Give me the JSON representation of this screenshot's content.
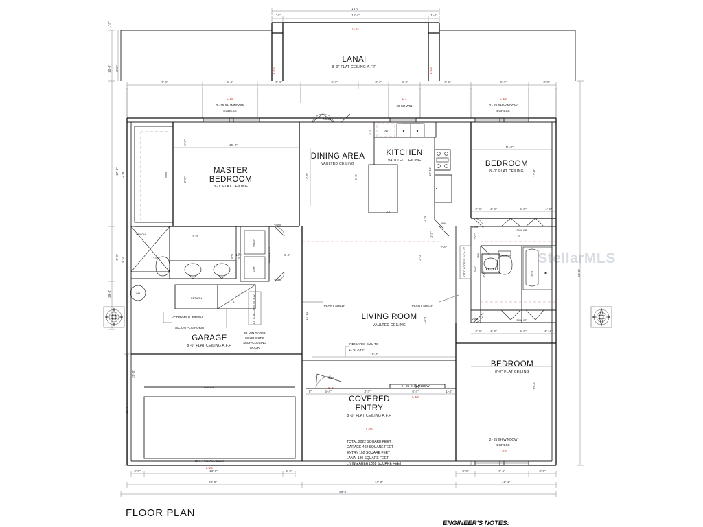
{
  "sheet": {
    "title": "FLOOR PLAN",
    "engineer_notes_heading": "ENGINEER'S NOTES:",
    "watermark": "StellarMLS"
  },
  "rooms": [
    {
      "name": "LANAI",
      "ceiling": "8'-0\" FLAT CEILING A.F.F."
    },
    {
      "name": "MASTER\nBEDROOM",
      "label_line1": "MASTER",
      "label_line2": "BEDROOM",
      "ceiling": "8'-0\" FLAT CEILING"
    },
    {
      "name": "DINING AREA",
      "ceiling": "VAULTED CEILING"
    },
    {
      "name": "KITCHEN",
      "ceiling": "VAULTED CEILING"
    },
    {
      "name": "BEDROOM",
      "ceiling": "8'-0\" FLAT CEILING"
    },
    {
      "name": "LIVING ROOM",
      "ceiling": "VAULTED CEILING"
    },
    {
      "name": "GARAGE",
      "ceiling": "8'-0\" FLAT CEILING A.F.F."
    },
    {
      "name": "BEDROOM",
      "ceiling": "8'-0\" FLAT CEILING"
    },
    {
      "name": "COVERED\nENTRY",
      "label_line1": "COVERED",
      "label_line2": "ENTRY",
      "ceiling": "8'-0\" FLAT CEILING A.F.F."
    }
  ],
  "area_schedule": [
    "TOTAL 2022 SQUARE FEET",
    "GARAGE 402 SQUARE FEET",
    "ENTRY 102 SQUARE FEET",
    "LANAI 180 SQUARE FEET",
    "LIVING AREA 1338 SQUARE FEET"
  ],
  "window_callouts": {
    "master_tag": "L-12",
    "master_text1": "2 - 25 SH WINDOW",
    "master_text2": "EGRESS",
    "kitchen_tag": "L-4",
    "kitchen_text": "23 SH WIN",
    "bedroom_top_tag": "L-12",
    "bedroom_top_text1": "2 - 25 SH WINDOW",
    "bedroom_top_text2": "EGRESS",
    "bedroom_bot_tag": "L-12",
    "bedroom_bot_text1": "2 - 25 SH WINDOW",
    "bedroom_bot_text2": "EGRESS",
    "entry_tag": "L-12",
    "entry_text": "2 - 25 SH WINDOW",
    "lanai_beam_tag": "L-24",
    "lanai_left_tag": "L-16",
    "lanai_right_tag": "L-16",
    "entry_beam_tag": "L-25",
    "entry_door_tag": "D-5",
    "garage_door_tag": "L-24"
  },
  "annotations": {
    "bench": "BENCH",
    "wh": "WH",
    "wash": "WASH",
    "dry": "DRY",
    "dw": "DW",
    "return_air": "RETURN",
    "ac_unit": "C\nA",
    "drywall": "½\" DRYWALL FINISH",
    "ac_platform": "A/C ON PLATFORM",
    "attic_access": "ATTIC ACCESS\n44\" x 22\"",
    "rated_door_l1": "20 MIN RATED",
    "rated_door_l2": "SOLID CORE",
    "rated_door_l3": "SELF-CLOSING",
    "rated_door_l4": "DOOR",
    "plant_shelf_left": "PLANT SHELF",
    "plant_shelf_right": "PLANT SHELF",
    "cmu_note_l1": "INDICATES CMU TO",
    "cmu_note_l2": "11'-4\" A.F.F.",
    "girder": "GIRDER",
    "garage_door": "16' x 7' GARAGE DOOR",
    "bifold": "5068 BIFOLD",
    "door_2_3068": "2-3068",
    "door_3068": "3068",
    "door_2668_a": "2668",
    "door_2668_b": "2668",
    "door_2668_c": "2668",
    "door_2668_d": "2668",
    "door_2668_e": "2668",
    "door_2668_f": "2668",
    "door_2868_a": "2868",
    "door_2868_b": "2868",
    "door_2868_c": "2868",
    "door_2068_a": "2068",
    "door_2668_g": "2668",
    "bypass_a": "5068 BP",
    "bypass_b": "5068 BP",
    "attic_access_2": "ATTIC ACCESS\n44\" x 22\""
  },
  "dimensions": {
    "top_outer": [
      "18'-0\""
    ],
    "top_lanai": [
      "1'-4\"",
      "15'-4\"",
      "1'-4\""
    ],
    "top_row": [
      "9'-0\"",
      "6'-4\"",
      "5'-4\"",
      "6'-4\"",
      "3'-4\"",
      "3'-2\"",
      "6'-6\"",
      "6'-4\"",
      "3'-0\""
    ],
    "left_col": [
      "1'-4\"",
      "10'-0\"",
      "8'-8\"",
      "17'-8\"",
      "6'-0\"",
      "39'-4\"",
      "20'-0\""
    ],
    "right_col": [
      "36'-0\""
    ],
    "bottom_row": [
      "2'-0\"",
      "16'-0\"",
      "2'-0\"",
      "3'-0\"",
      "6'-4\"",
      "3'-0\""
    ],
    "bottom_totals": [
      "20'-0\"",
      "17'-0\"",
      "12'-4\"",
      "49'-4\""
    ],
    "interior": [
      "15'-0\"",
      "5'-4\"",
      "2'-8\"",
      "12'-8\"",
      "14'-0\"",
      "5'-0\"",
      "3'-0\"",
      "2'-4\"",
      "10'-10\"",
      "11'-8\"",
      "13'-6\"",
      "9'-4\"",
      "6'-6\"",
      "3'-0\"",
      "1'-6\"",
      "3'-4\"",
      "12'-11\"",
      "12'-6\"",
      "18'-4\"",
      "5'-4\"",
      "3'-4\"",
      "6'-4\"",
      "1'-4\"",
      "8\"",
      "2'-6\"",
      "2'-0\"",
      "5'-0\"",
      "1'-2\"",
      "7'-6\"",
      "5'-4\"",
      "4'-6\"",
      "2'-6\"",
      "2'-0\"",
      "5'-0\"",
      "1'-10\"",
      "11'-8\"",
      "12'-6\"",
      "2'-0\"",
      "3'-6\"",
      "20'-0\"",
      "19'-4\"",
      "6'-0\"",
      "2'-6\"",
      "2'-4\"",
      "3'-6\"",
      "12'-4\""
    ]
  }
}
